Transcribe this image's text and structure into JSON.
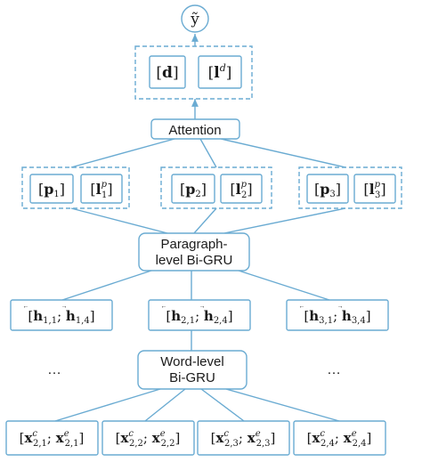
{
  "colors": {
    "stroke": "#6aabd2",
    "text": "#1a1a1a",
    "background": "#ffffff"
  },
  "diagram": {
    "output": {
      "label": "ỹ"
    },
    "doc_group": {
      "items": [
        "[d]",
        "[l^d]"
      ]
    },
    "attention": {
      "label": "Attention"
    },
    "paragraph_groups": [
      {
        "items": [
          "[p1]",
          "[l1^p]"
        ]
      },
      {
        "items": [
          "[p2]",
          "[l2^p]"
        ]
      },
      {
        "items": [
          "[p3]",
          "[l3^p]"
        ]
      }
    ],
    "paragraph_gru": {
      "line1": "Paragraph-",
      "line2": "level Bi-GRU"
    },
    "hidden_states": [
      {
        "label": "[h1,1 ; h1,4]"
      },
      {
        "label": "[h2,1 ; h2,4]"
      },
      {
        "label": "[h3,1 ; h3,4]"
      }
    ],
    "ellipsis": [
      "…",
      "…"
    ],
    "word_gru": {
      "line1": "Word-level",
      "line2": "Bi-GRU"
    },
    "inputs": [
      {
        "label": "[x2,1^c ; x2,1^e]"
      },
      {
        "label": "[x2,2^c ; x2,2^e]"
      },
      {
        "label": "[x2,3^c ; x2,3^e]"
      },
      {
        "label": "[x2,4^c ; x2,4^e]"
      }
    ]
  }
}
